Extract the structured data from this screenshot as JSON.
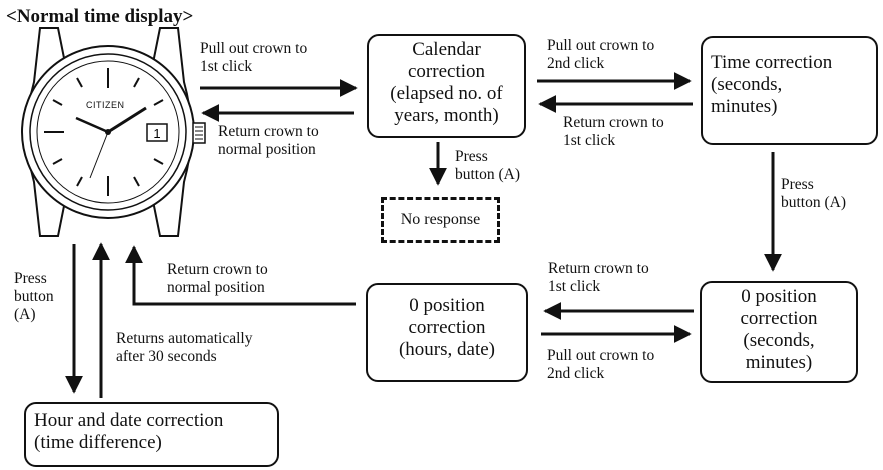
{
  "title": "<Normal time display>",
  "watch": {
    "brand": "CITIZEN"
  },
  "boxes": {
    "calendar": [
      "Calendar",
      "correction",
      "(elapsed no. of",
      "years, month)"
    ],
    "time": [
      "Time correction",
      "(seconds,",
      "minutes)"
    ],
    "no_response": "No response",
    "zero_hours": [
      "0 position",
      "correction",
      "(hours, date)"
    ],
    "zero_seconds": [
      "0 position",
      "correction",
      "(seconds,",
      "minutes)"
    ],
    "hour_date": [
      "Hour and date correction",
      "(time difference)"
    ]
  },
  "labels": {
    "pull_1st": [
      "Pull out crown to",
      "1st click"
    ],
    "return_normal_top": [
      "Return crown to",
      "normal position"
    ],
    "pull_2nd_top": [
      "Pull out crown to",
      "2nd click"
    ],
    "return_1st_top": [
      "Return crown to",
      "1st click"
    ],
    "press_a_calendar": [
      "Press",
      "button (A)"
    ],
    "press_a_time": [
      "Press",
      "button (A)"
    ],
    "return_normal_mid": [
      "Return crown to",
      "normal position"
    ],
    "return_1st_mid": [
      "Return crown to",
      "1st click"
    ],
    "pull_2nd_mid": [
      "Pull out crown to",
      "2nd click"
    ],
    "press_a_left": [
      "Press",
      "button",
      "(A)"
    ],
    "returns_auto": [
      "Returns automatically",
      "after 30 seconds"
    ]
  }
}
